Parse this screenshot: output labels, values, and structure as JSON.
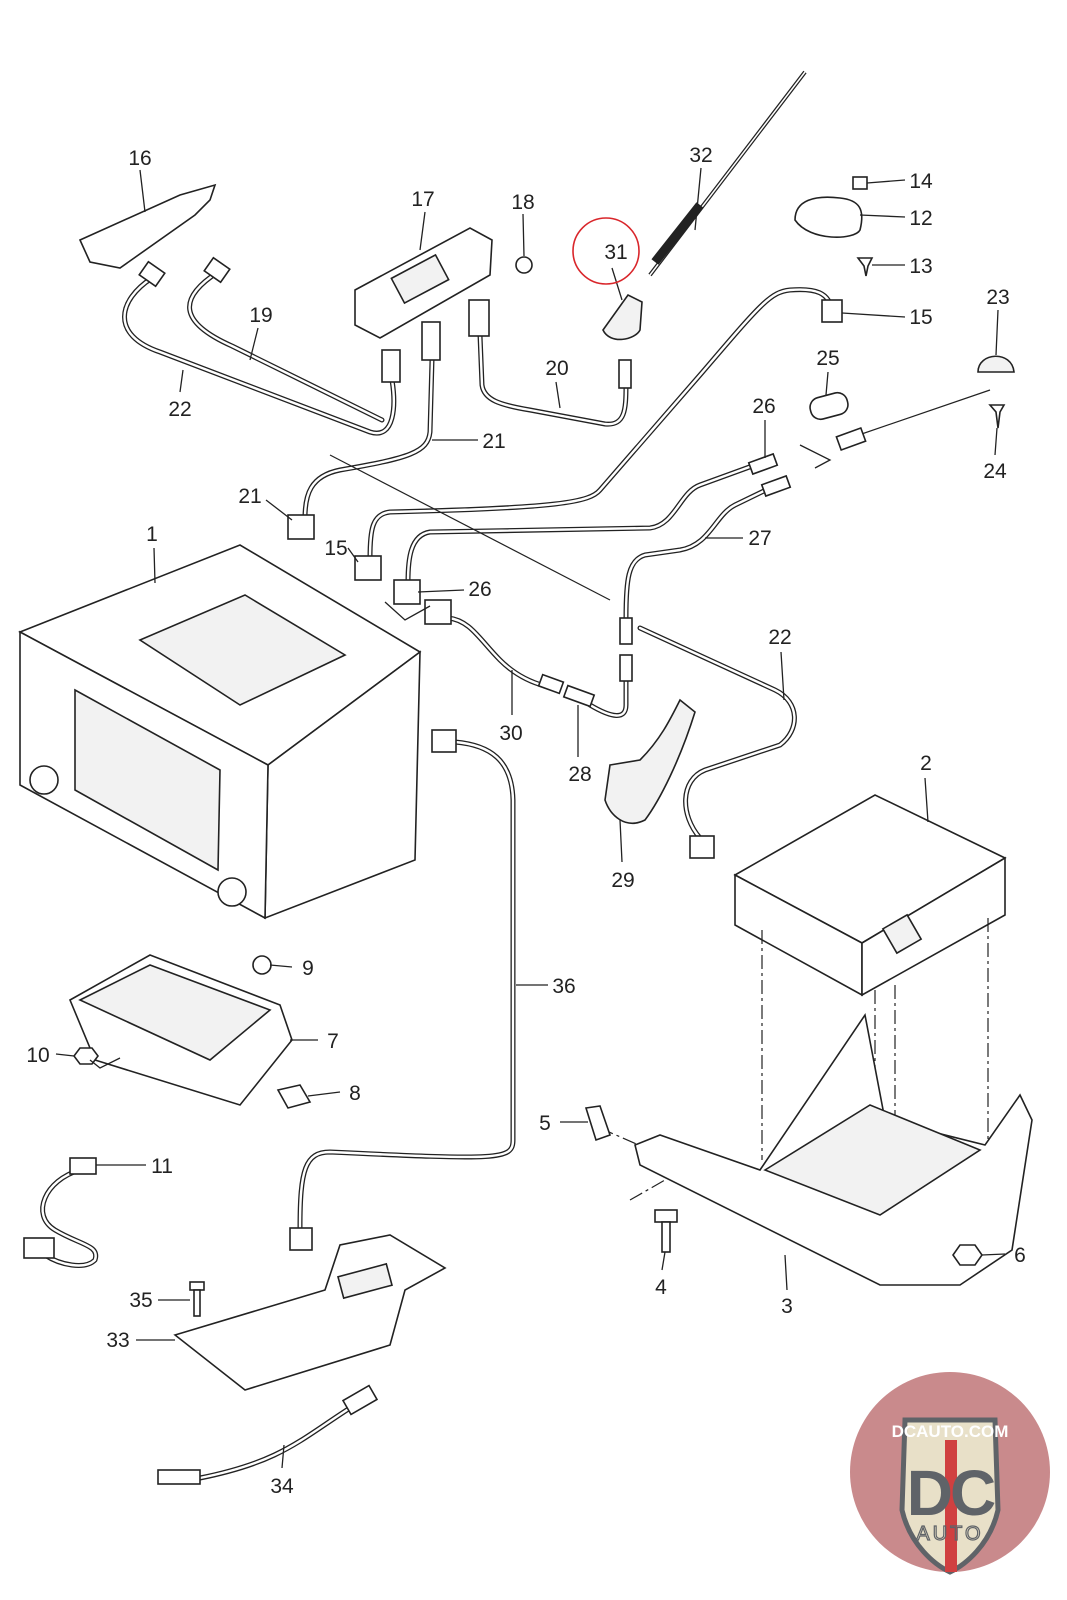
{
  "callouts": {
    "c1": "1",
    "c2": "2",
    "c3": "3",
    "c4": "4",
    "c5": "5",
    "c6": "6",
    "c7": "7",
    "c8": "8",
    "c9": "9",
    "c10": "10",
    "c11": "11",
    "c12": "12",
    "c13": "13",
    "c14": "14",
    "c15a": "15",
    "c15b": "15",
    "c16": "16",
    "c17": "17",
    "c18": "18",
    "c19": "19",
    "c20": "20",
    "c21a": "21",
    "c21b": "21",
    "c22a": "22",
    "c22b": "22",
    "c23": "23",
    "c24": "24",
    "c25": "25",
    "c26a": "26",
    "c26b": "26",
    "c27": "27",
    "c28": "28",
    "c29": "29",
    "c30": "30",
    "c31": "31",
    "c32": "32",
    "c33": "33",
    "c34": "34",
    "c35": "35",
    "c36": "36"
  },
  "highlight": {
    "callout": "31",
    "color": "#d9262b"
  },
  "logo": {
    "top_text": "DCAUTO.COM",
    "main_text": "DC",
    "sub_text": "AUTO",
    "colors": {
      "badge": "#c98a8c",
      "shield": "#e8e0c8",
      "letters": "#5f6368",
      "stripe": "#d04040"
    }
  }
}
